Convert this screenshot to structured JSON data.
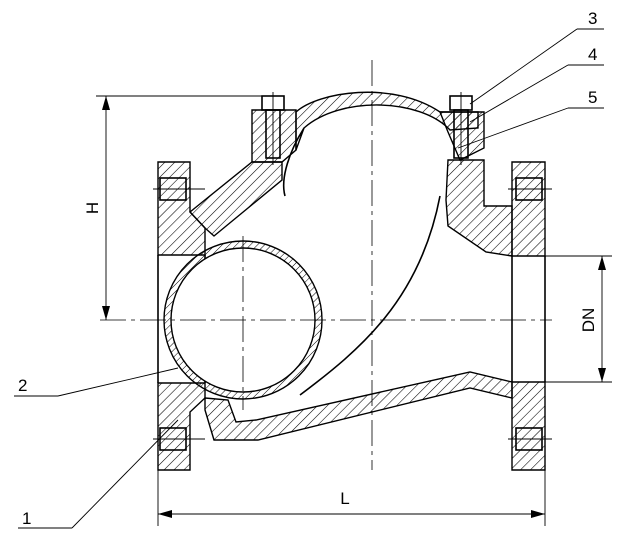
{
  "diagram": {
    "callouts": [
      {
        "id": "1",
        "text": "1"
      },
      {
        "id": "2",
        "text": "2"
      },
      {
        "id": "3",
        "text": "3"
      },
      {
        "id": "4",
        "text": "4"
      },
      {
        "id": "5",
        "text": "5"
      }
    ],
    "dimensions": {
      "height_label": "H",
      "nominal_diameter_label": "DN",
      "length_label": "L"
    }
  }
}
